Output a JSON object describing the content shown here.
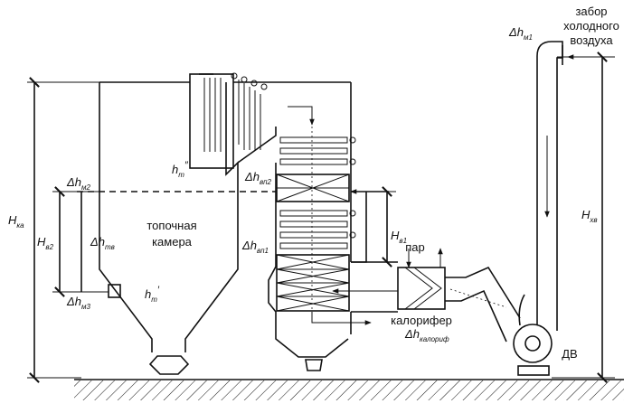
{
  "labels": {
    "intake_line1": "забор",
    "intake_line2": "холодного",
    "intake_line3": "воздуха",
    "furnace_line1": "топочная",
    "furnace_line2": "камера",
    "steam": "пар",
    "heater": "калорифер",
    "fan": "ДВ"
  },
  "symbols": {
    "h_ka": {
      "main": "H",
      "sub": "ка"
    },
    "h_v2": {
      "main": "H",
      "sub": "в2"
    },
    "h_v1": {
      "main": "H",
      "sub": "в1"
    },
    "h_hv": {
      "main": "H",
      "sub": "хв"
    },
    "dh_m1": {
      "main": "Δh",
      "sub": "м1"
    },
    "dh_m2": {
      "main": "Δh",
      "sub": "м2"
    },
    "dh_m3": {
      "main": "Δh",
      "sub": "м3"
    },
    "dh_tv": {
      "main": "Δh",
      "sub": "тв"
    },
    "dh_vp2": {
      "main": "Δh",
      "sub": "вп2"
    },
    "dh_vp1": {
      "main": "Δh",
      "sub": "вп1"
    },
    "dh_heater": {
      "main": "Δh",
      "sub": "калориф"
    },
    "h_t_top": {
      "main": "h",
      "sub": "т",
      "mark": "″"
    },
    "h_t_low": {
      "main": "h",
      "sub": "т",
      "mark": "′"
    }
  }
}
